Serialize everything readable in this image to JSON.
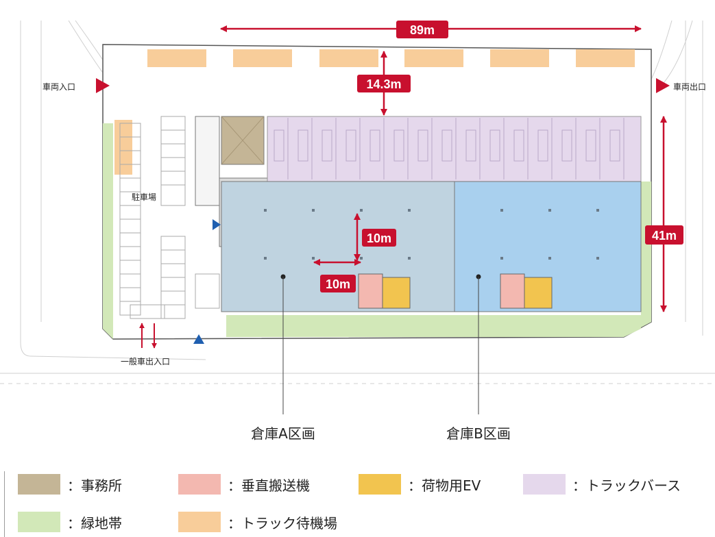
{
  "dimensions": {
    "width_label": "89m",
    "bay_label": "14.3m",
    "depth_label": "41m",
    "grid_v_label": "10m",
    "grid_h_label": "10m"
  },
  "labels": {
    "vehicle_entrance": "車両入口",
    "vehicle_exit": "車両出口",
    "parking": "駐車場",
    "general_entrance": "一般車出入口",
    "warehouse_a": "倉庫A区画",
    "warehouse_b": "倉庫B区画"
  },
  "legend": [
    {
      "label": "：事務所",
      "color": "#c4b596"
    },
    {
      "label": "：垂直搬送機",
      "color": "#f3b8b0"
    },
    {
      "label": "：荷物用EV",
      "color": "#f2c44f"
    },
    {
      "label": "：トラックバース",
      "color": "#e5d8ec"
    },
    {
      "label": "：緑地帯",
      "color": "#d2e8b8"
    },
    {
      "label": "：トラック待機場",
      "color": "#f8cd9a"
    }
  ],
  "colors": {
    "accent_red": "#c8102e",
    "warehouse_a_fill": "#bfd3e0",
    "warehouse_b_fill": "#a9d0ee",
    "office_fill": "#c4b596",
    "berth_fill": "#e5d8ec",
    "green_fill": "#d2e8b8",
    "waiting_fill": "#f8cd9a",
    "lift_fill": "#f3b8b0",
    "ev_fill": "#f2c44f",
    "marker_blue": "#1f5fb0"
  }
}
